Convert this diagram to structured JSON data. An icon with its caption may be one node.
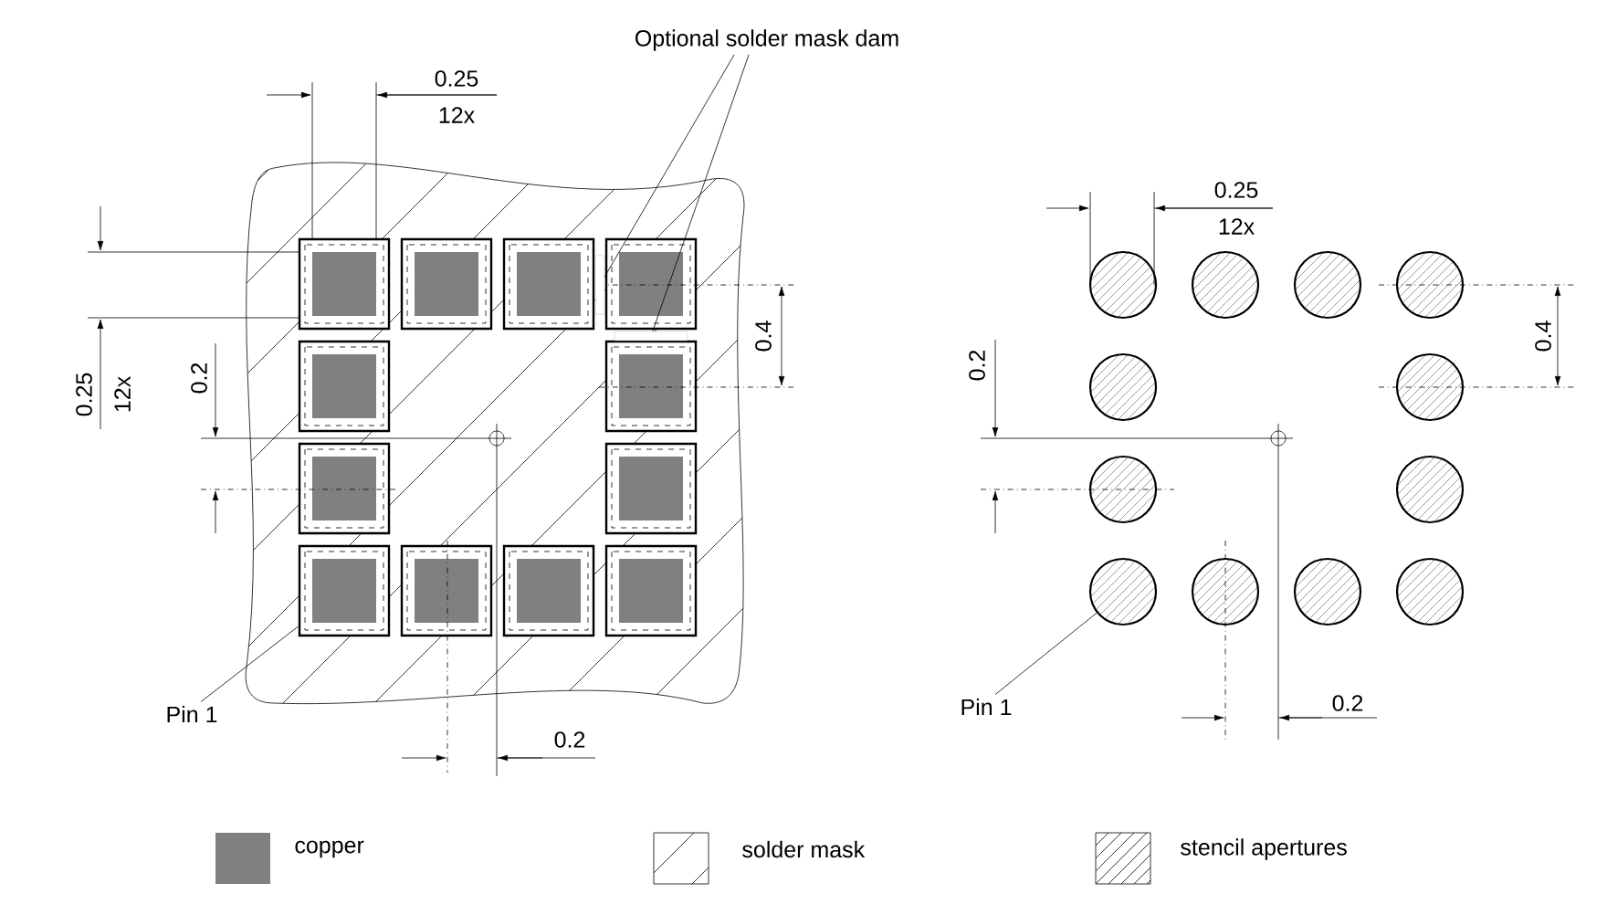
{
  "diagram": {
    "nodes": [
      {
        "text": [
          "Optional solder mask dam"
        ]
      },
      {
        "text": [],
        "shape": "bar"
      },
      {
        "text": [],
        "shape": "bar"
      },
      {
        "text": [
          "Pin 1"
        ]
      },
      {
        "text": [],
        "shape": "box"
      },
      {
        "text": [
          "Pin 1"
        ]
      },
      {
        "text": [],
        "shape": "circle"
      }
    ],
    "edges": [
      {
        "from": 0,
        "to": 1,
        "arrow": "none"
      },
      {
        "from": 0,
        "to": 2,
        "arrow": "none"
      },
      {
        "from": 3,
        "to": 4,
        "arrow": "none"
      },
      {
        "from": 5,
        "to": 6,
        "arrow": "none"
      }
    ],
    "labels": [
      "0.25",
      "12x",
      "0.25",
      "12x",
      "0.2",
      "0.4",
      "0.2",
      "0.25",
      "12x",
      "0.2",
      "0.4",
      "0.2"
    ],
    "legend": [
      {
        "text": "copper",
        "color": "#808080"
      },
      {
        "text": "solder mask"
      },
      {
        "text": "stencil apertures"
      }
    ]
  }
}
